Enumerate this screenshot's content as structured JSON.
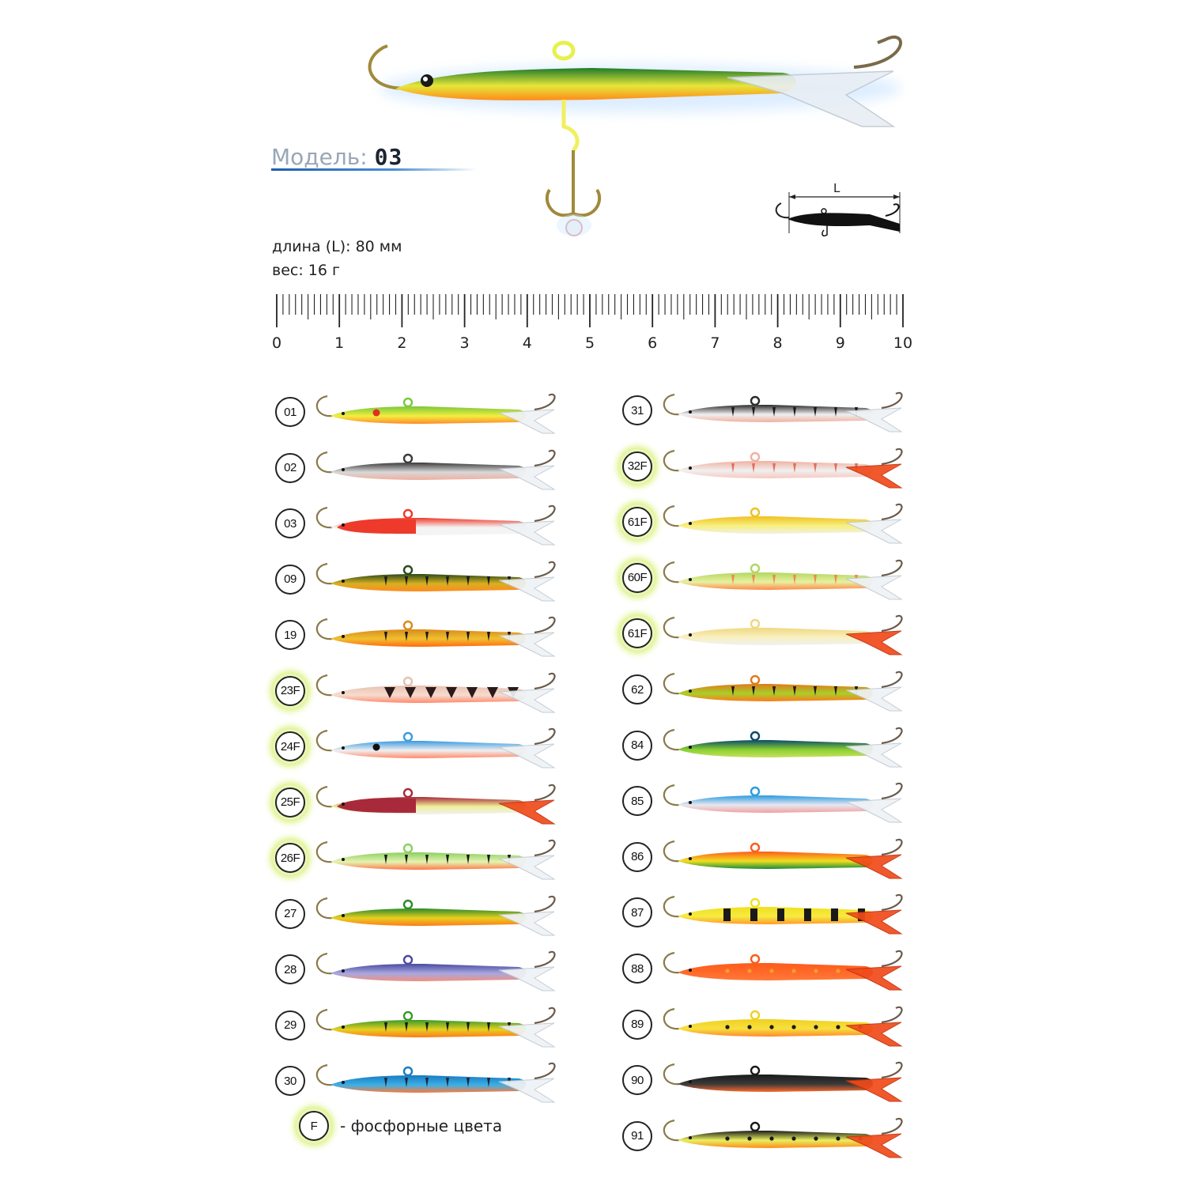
{
  "header": {
    "model_label": "Модель:",
    "model_value": "03",
    "schematic_label": "L"
  },
  "specs": {
    "length": "длина (L): 80 мм",
    "weight": "вес: 16 г"
  },
  "ruler": {
    "labels": [
      "0",
      "1",
      "2",
      "3",
      "4",
      "5",
      "6",
      "7",
      "8",
      "9",
      "10"
    ]
  },
  "hero_colors": {
    "top": "#1e7a2a",
    "middle": "#e6e63a",
    "belly": "#ff8a1a"
  },
  "left_column": [
    {
      "code": "01",
      "phosphor": false,
      "colors": [
        "#79c83b",
        "#f3ee3f",
        "#ff8a2a"
      ],
      "pattern": "eye-dot",
      "dot": "#e03020",
      "tail": "clear"
    },
    {
      "code": "02",
      "phosphor": false,
      "colors": [
        "#3a3a3a",
        "#d8d8d8",
        "#f0b0a0"
      ],
      "pattern": "plain",
      "tail": "clear"
    },
    {
      "code": "03",
      "phosphor": false,
      "colors": [
        "#ee3a2a",
        "#f4f4f4",
        "#f4f4f4"
      ],
      "pattern": "red-head",
      "tail": "clear"
    },
    {
      "code": "09",
      "phosphor": false,
      "colors": [
        "#2a4a1a",
        "#d8b020",
        "#ff8a20"
      ],
      "pattern": "stripes",
      "stripe": "#1a1a1a",
      "tail": "clear"
    },
    {
      "code": "19",
      "phosphor": false,
      "colors": [
        "#d88a1a",
        "#f0c030",
        "#ff6a10"
      ],
      "pattern": "stripes",
      "stripe": "#1a1a1a",
      "tail": "clear"
    },
    {
      "code": "23F",
      "phosphor": true,
      "colors": [
        "#e8c0b0",
        "#f6dcd0",
        "#ff8a6a"
      ],
      "pattern": "zigzag",
      "stripe": "#2a1a1a",
      "tail": "clear"
    },
    {
      "code": "24F",
      "phosphor": true,
      "colors": [
        "#3a9ae0",
        "#f0f0f0",
        "#ff8a6a"
      ],
      "pattern": "eye-dot",
      "dot": "#111111",
      "tail": "clear"
    },
    {
      "code": "25F",
      "phosphor": true,
      "colors": [
        "#a82a3a",
        "#eef09a",
        "#f0f0f0"
      ],
      "pattern": "red-head",
      "tail": "red"
    },
    {
      "code": "26F",
      "phosphor": true,
      "colors": [
        "#8ad060",
        "#e6f3b0",
        "#ff7a4a"
      ],
      "pattern": "stripes",
      "stripe": "#1a1a1a",
      "tail": "clear"
    },
    {
      "code": "27",
      "phosphor": false,
      "colors": [
        "#2a8a2a",
        "#e8d020",
        "#ff7a1a"
      ],
      "pattern": "plain",
      "tail": "clear"
    },
    {
      "code": "28",
      "phosphor": false,
      "colors": [
        "#4a4aa0",
        "#a8a8e0",
        "#f09080"
      ],
      "pattern": "plain",
      "tail": "clear"
    },
    {
      "code": "29",
      "phosphor": false,
      "colors": [
        "#3a9a2a",
        "#e6d020",
        "#ff7a1a"
      ],
      "pattern": "stripes",
      "stripe": "#1a1a1a",
      "tail": "clear"
    },
    {
      "code": "30",
      "phosphor": false,
      "colors": [
        "#1a7ac0",
        "#3ab0e8",
        "#ff7a3a"
      ],
      "pattern": "stripes",
      "stripe": "#1a2a3a",
      "tail": "clear"
    }
  ],
  "right_column": [
    {
      "code": "31",
      "phosphor": false,
      "colors": [
        "#2a2a2a",
        "#f0f0f0",
        "#f0b0a0"
      ],
      "pattern": "stripes",
      "stripe": "#1a1a1a",
      "tail": "clear"
    },
    {
      "code": "32F",
      "phosphor": true,
      "colors": [
        "#f0b0a0",
        "#f0f0f0",
        "#f8c8c0"
      ],
      "pattern": "stripes",
      "stripe": "#e07060",
      "tail": "red"
    },
    {
      "code": "61F",
      "phosphor": true,
      "colors": [
        "#f0c020",
        "#f8f080",
        "#f0f0e0"
      ],
      "pattern": "plain",
      "tail": "clear"
    },
    {
      "code": "60F",
      "phosphor": true,
      "colors": [
        "#b0d860",
        "#e8f0a0",
        "#ff8a4a"
      ],
      "pattern": "stripes",
      "stripe": "#f08a4a",
      "tail": "clear"
    },
    {
      "code": "61F",
      "phosphor": true,
      "colors": [
        "#f0d880",
        "#f8f0c0",
        "#f0f0f0"
      ],
      "pattern": "plain",
      "tail": "red"
    },
    {
      "code": "62",
      "phosphor": false,
      "colors": [
        "#e07a1a",
        "#a8d02a",
        "#ff7a1a"
      ],
      "pattern": "stripes",
      "stripe": "#1a1a1a",
      "tail": "clear"
    },
    {
      "code": "84",
      "phosphor": false,
      "colors": [
        "#0a4a6a",
        "#8ad030",
        "#c8e060"
      ],
      "pattern": "plain",
      "tail": "clear"
    },
    {
      "code": "85",
      "phosphor": false,
      "colors": [
        "#2a9ae0",
        "#e8e8f0",
        "#f0a0a0"
      ],
      "pattern": "plain",
      "tail": "clear"
    },
    {
      "code": "86",
      "phosphor": false,
      "colors": [
        "#ff5a1a",
        "#f0e020",
        "#1a8a3a"
      ],
      "pattern": "gradient-tail",
      "tail": "red"
    },
    {
      "code": "87",
      "phosphor": false,
      "colors": [
        "#f0e020",
        "#f6ea40",
        "#ff9a2a"
      ],
      "pattern": "bars",
      "stripe": "#1a1a1a",
      "tail": "red"
    },
    {
      "code": "88",
      "phosphor": false,
      "colors": [
        "#ff5a1a",
        "#ff6a2a",
        "#ff7a3a"
      ],
      "pattern": "dots",
      "stripe": "#f0a030",
      "tail": "red"
    },
    {
      "code": "89",
      "phosphor": false,
      "colors": [
        "#f0d020",
        "#f6e040",
        "#ff8a2a"
      ],
      "pattern": "dots",
      "stripe": "#1a1a1a",
      "tail": "red"
    },
    {
      "code": "90",
      "phosphor": false,
      "colors": [
        "#1a1a1a",
        "#3a3a3a",
        "#ff6a2a"
      ],
      "pattern": "plain",
      "tail": "red"
    },
    {
      "code": "91",
      "phosphor": false,
      "colors": [
        "#1a1a1a",
        "#e8f060",
        "#ff8a1a"
      ],
      "pattern": "dots",
      "stripe": "#1a1a1a",
      "tail": "red"
    }
  ],
  "legend": {
    "badge": "F",
    "text": "- фосфорные цвета"
  }
}
